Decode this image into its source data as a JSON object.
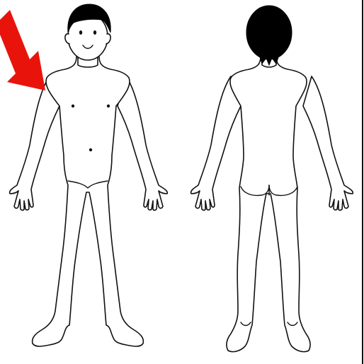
{
  "figures": [
    {
      "view": "front",
      "has_face": true,
      "marks": [
        "left-nipple",
        "right-nipple",
        "navel"
      ]
    },
    {
      "view": "back",
      "has_face": false,
      "marks": []
    }
  ],
  "pointer": {
    "icon": "arrow-icon",
    "color": "#e8140c",
    "direction": "down-right"
  },
  "colors": {
    "background": "#ffffff",
    "outline": "#111111",
    "hair": "#000000",
    "arrow": "#e8140c"
  }
}
